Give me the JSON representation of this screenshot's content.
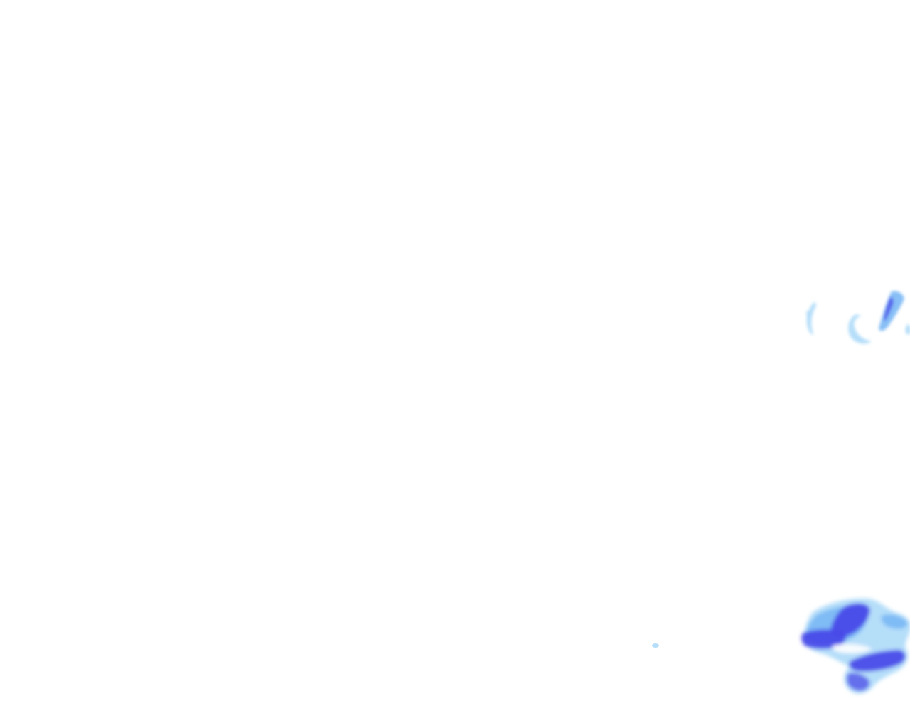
{
  "map": {
    "layer": "precipitation-radar",
    "background_color": "#ffffff",
    "intensity_colors": {
      "light": "#a8d8f8",
      "moderate": "#7ab8f5",
      "heavy": "#4a4ae8"
    },
    "echo_clusters": [
      {
        "id": "cluster-east-upper",
        "max_intensity": "moderate"
      },
      {
        "id": "cluster-east-lower",
        "max_intensity": "heavy"
      },
      {
        "id": "cluster-speck",
        "max_intensity": "light"
      }
    ]
  }
}
